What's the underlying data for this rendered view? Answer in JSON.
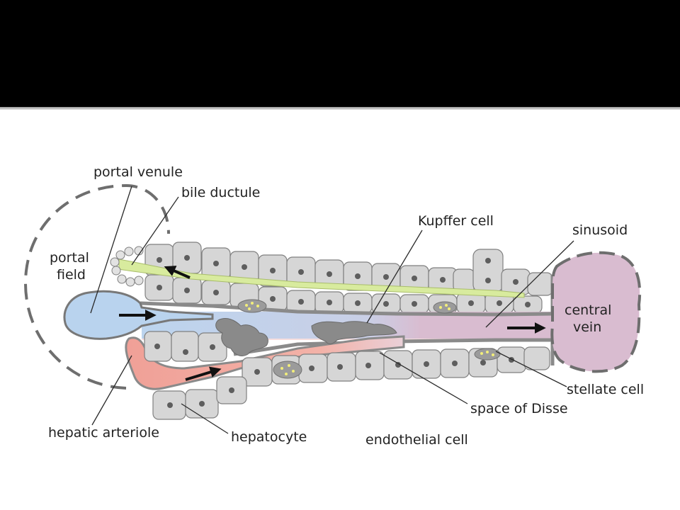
{
  "labels": {
    "portal_venule": "portal venule",
    "bile_ductule": "bile ductule",
    "portal_field_line1": "portal",
    "portal_field_line2": "field",
    "kupffer_cell": "Kupffer cell",
    "sinusoid": "sinusoid",
    "central_vein_line1": "central",
    "central_vein_line2": "vein",
    "stellate_cell": "stellate cell",
    "space_of_disse": "space of Disse",
    "hepatic_arteriole": "hepatic arteriole",
    "hepatocyte": "hepatocyte",
    "endothelial_cell": "endothelial cell"
  },
  "colors": {
    "title_bar": "#000000",
    "portal_venule_blue": "#b9d3ee",
    "bile_green": "#d8eb9e",
    "artery_red": "#f0a097",
    "sinusoid_mauve": "#d9bcd0",
    "central_vein": "#d9bcd0",
    "hepatocyte_gray": "#d6d6d6",
    "endothelium_gray": "#8c8c8c"
  },
  "icons": {
    "flow_arrows": "right-arrow",
    "bile_flow_arrow": "left-arrow"
  }
}
